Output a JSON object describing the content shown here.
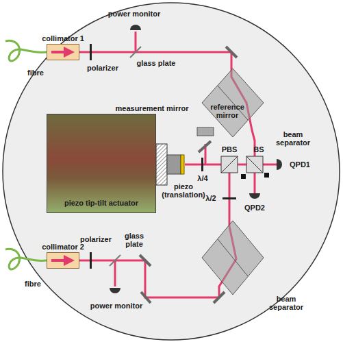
{
  "diagram": {
    "nodes": [
      {
        "text": [
          "collimator 1"
        ]
      },
      {
        "text": [
          "piezo tip-tilt actuator"
        ]
      },
      {
        "text": [
          "collimator 2"
        ]
      }
    ],
    "labels": [
      "power monitor",
      "fibre",
      "polarizer",
      "glass plate",
      "measurement mirror",
      "reference mirror",
      "PBS",
      "BS",
      "QPD1",
      "QPD2",
      "λ/4",
      "λ/2",
      "beam separator",
      "piezo (translation)",
      "polarizer",
      "glass plate",
      "power monitor",
      "fibre",
      "beam separator"
    ]
  }
}
